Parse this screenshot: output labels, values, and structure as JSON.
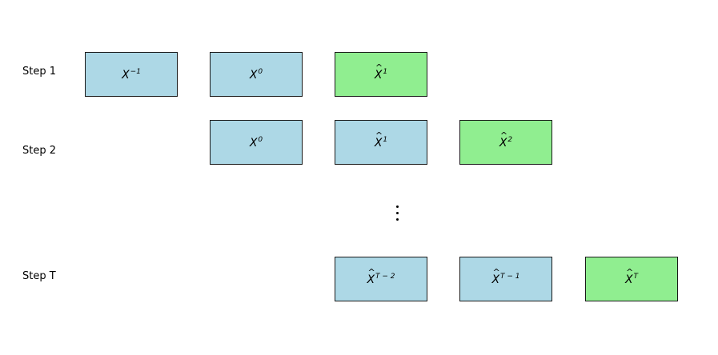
{
  "steps": [
    {
      "label": "Step 1",
      "boxes": [
        {
          "base": "X",
          "hat": "",
          "sup": "−1",
          "kind": "context"
        },
        {
          "base": "X",
          "hat": "",
          "sup": "0",
          "kind": "context"
        },
        {
          "base": "X",
          "hat": "^",
          "sup": "1",
          "kind": "prediction"
        }
      ]
    },
    {
      "label": "Step 2",
      "boxes": [
        {
          "base": "X",
          "hat": "",
          "sup": "0",
          "kind": "context"
        },
        {
          "base": "X",
          "hat": "^",
          "sup": "1",
          "kind": "context"
        },
        {
          "base": "X",
          "hat": "^",
          "sup": "2",
          "kind": "prediction"
        }
      ]
    },
    {
      "label": "Step T",
      "boxes": [
        {
          "base": "X",
          "hat": "^",
          "sup": "T − 2",
          "kind": "context"
        },
        {
          "base": "X",
          "hat": "^",
          "sup": "T − 1",
          "kind": "context"
        },
        {
          "base": "X",
          "hat": "^",
          "sup": "T",
          "kind": "prediction"
        }
      ]
    }
  ],
  "ellipsis": "⋮",
  "colors": {
    "context": "#add8e6",
    "prediction": "#90ee90",
    "border": "#1a1a1a"
  }
}
